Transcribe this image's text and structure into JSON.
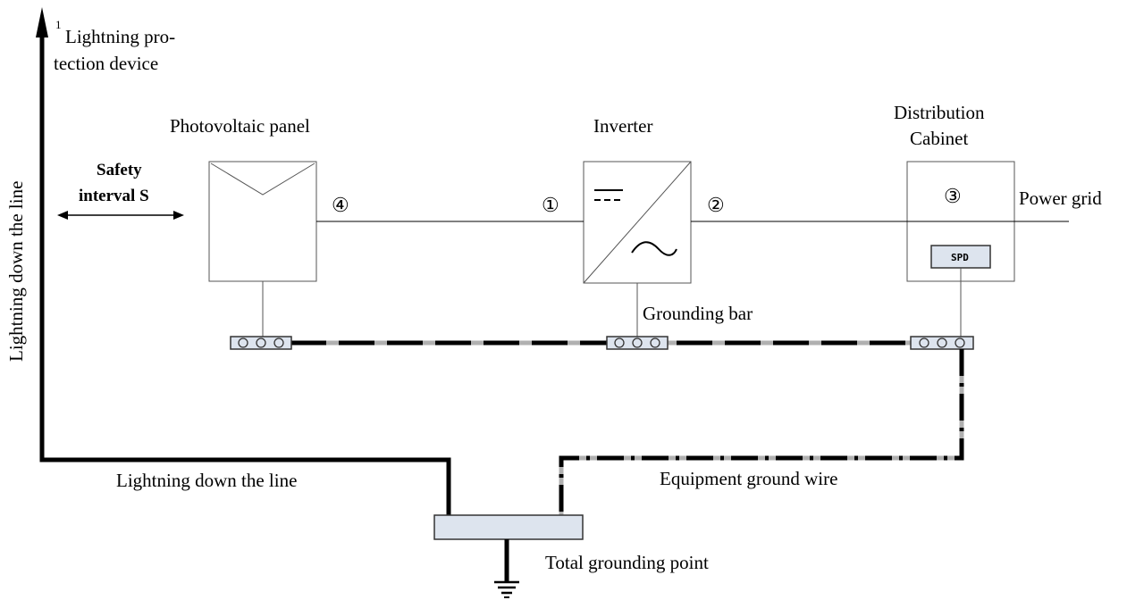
{
  "labels": {
    "lightning_device_sup": "1",
    "lightning_device_line1": "Lightning pro-",
    "lightning_device_line2": "tection device",
    "pv_panel": "Photovoltaic panel",
    "inverter": "Inverter",
    "cabinet_line1": "Distribution",
    "cabinet_line2": "Cabinet",
    "safety_line1": "Safety",
    "safety_line2": "interval S",
    "power_grid": "Power grid",
    "spd": "SPD",
    "grounding_bar": "Grounding bar",
    "down_line_vertical": "Lightning down the line",
    "down_line_horizontal": "Lightning down the line",
    "equipment_ground_wire": "Equipment ground wire",
    "total_grounding_point": "Total grounding point"
  },
  "markers": {
    "m1": "①",
    "m2": "②",
    "m3": "③",
    "m4": "④"
  },
  "colors": {
    "line": "#000000",
    "dash_gap": "#b0b0b0",
    "bar_fill": "#dde4ee",
    "spd_fill": "#dde4ee"
  }
}
